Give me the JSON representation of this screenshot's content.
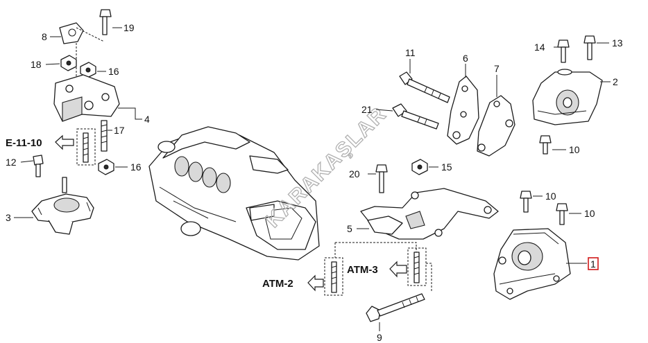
{
  "callouts": {
    "c1": "1",
    "c2": "2",
    "c3": "3",
    "c4": "4",
    "c5": "5",
    "c6": "6",
    "c7": "7",
    "c8": "8",
    "c9": "9",
    "c10a": "10",
    "c10b": "10",
    "c10c": "10",
    "c11": "11",
    "c12": "12",
    "c13": "13",
    "c14": "14",
    "c15": "15",
    "c16a": "16",
    "c16b": "16",
    "c17": "17",
    "c18": "18",
    "c19": "19",
    "c20": "20",
    "c21": "21"
  },
  "references": {
    "e1110": "E-11-10",
    "atm2": "ATM-2",
    "atm3": "ATM-3"
  },
  "watermark": "KARAKAŞLAR",
  "colors": {
    "line": "#1a1a1a",
    "highlight": "#d01818",
    "watermark": "#b0b0b0"
  }
}
